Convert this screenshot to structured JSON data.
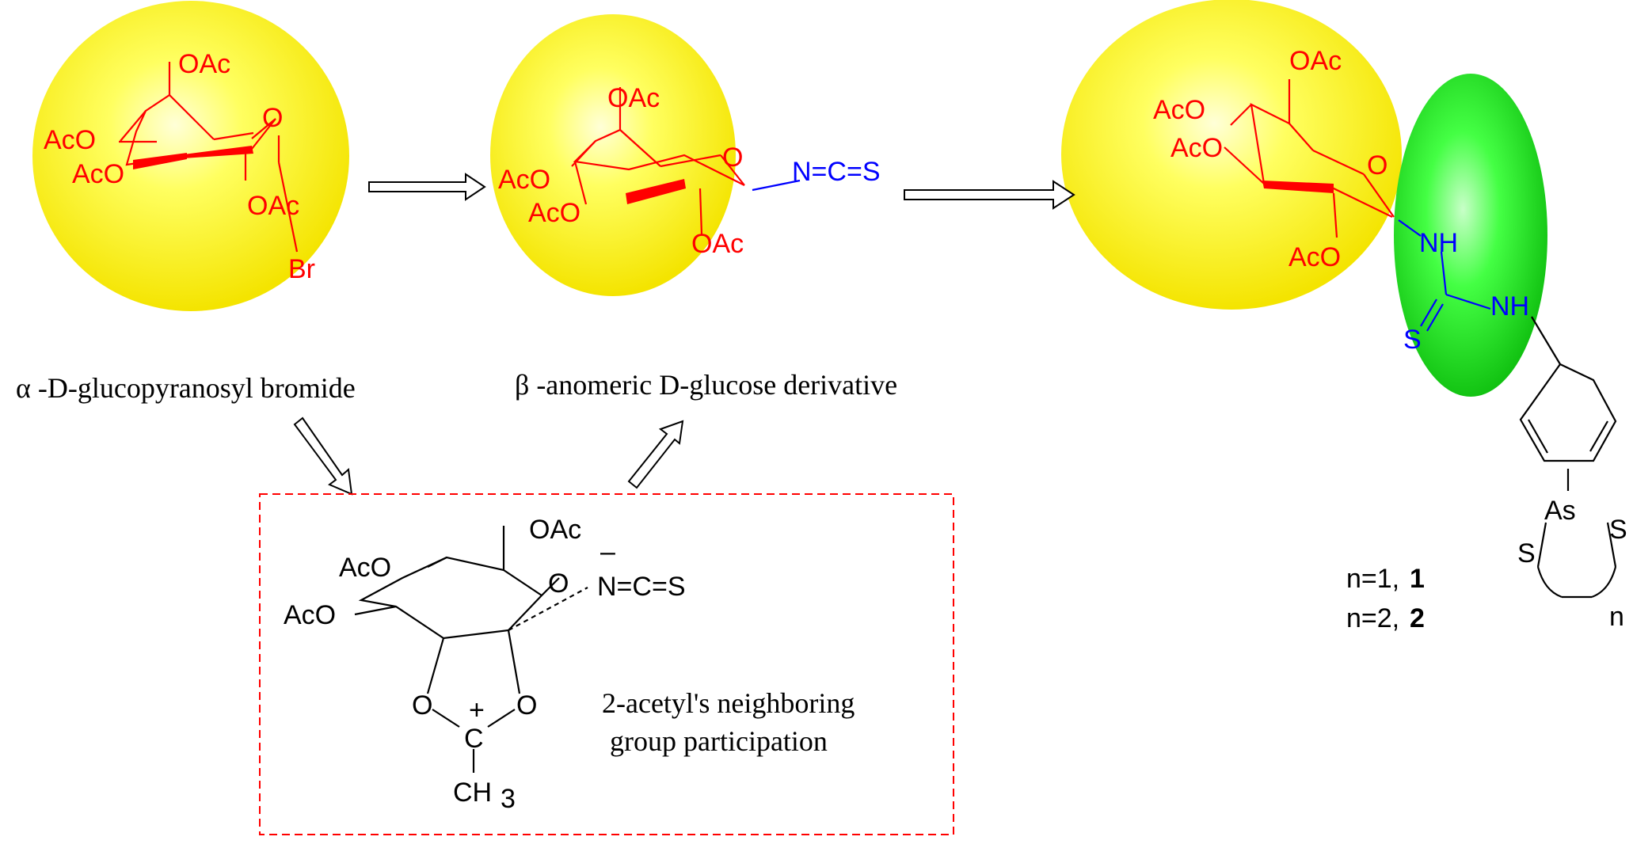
{
  "labels": {
    "alpha_bromide": "α -D-glucopyranosyl bromide",
    "beta_derivative": "β -anomeric D-glucose derivative",
    "ngp_line1": "2-acetyl's neighboring",
    "ngp_line2": "group participation",
    "product1": "n=1,",
    "product1_num": "1",
    "product2": "n=2,",
    "product2_num": "2"
  },
  "atoms": {
    "oac": "OAc",
    "aco": "AcO",
    "o": "O",
    "br": "Br",
    "ncs": "N=C=S",
    "nh": "NH",
    "s": "S",
    "as": "As",
    "n": "n",
    "c": "C",
    "ch": "CH",
    "three": "3",
    "minus": "–",
    "plus": "+"
  },
  "colors": {
    "sugar_atoms": "#ff0000",
    "linker_atoms": "#0000ff",
    "sphere": "#ffff00",
    "ellipse": "#00ee00",
    "box_border": "#ff0000"
  }
}
